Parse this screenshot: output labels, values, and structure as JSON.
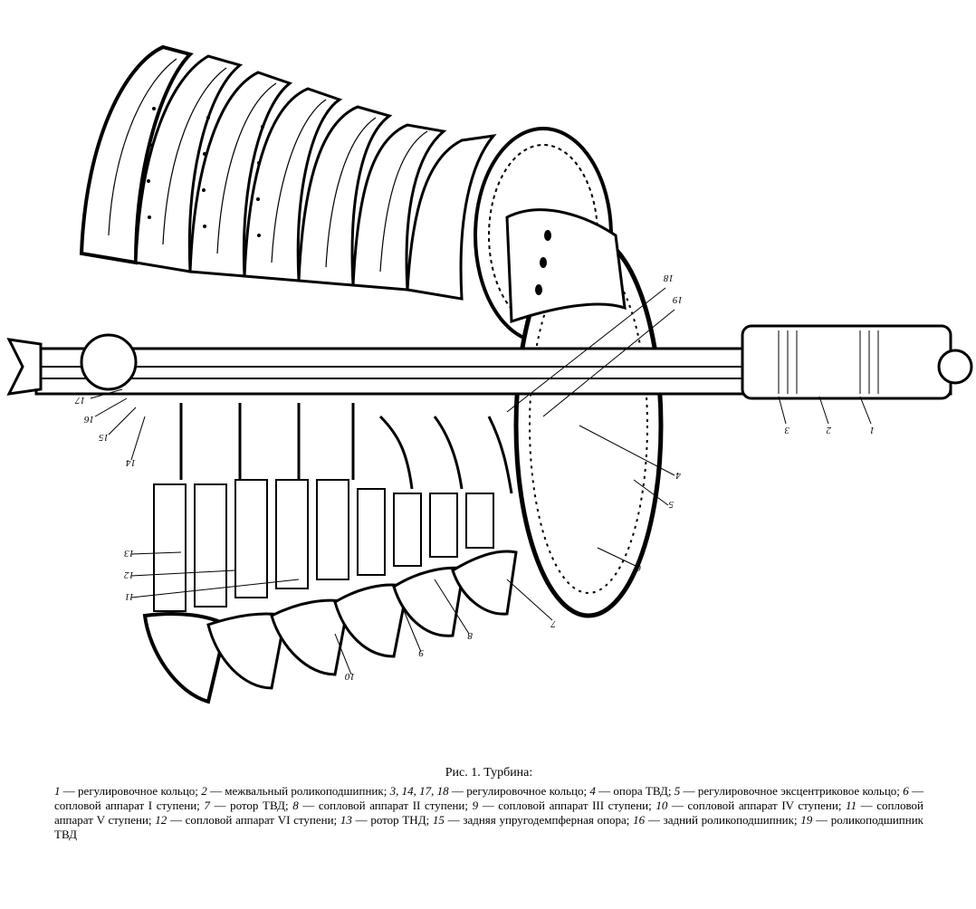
{
  "caption": {
    "title": "Рис. 1. Турбина:",
    "legend": [
      {
        "num": "1",
        "text": " — регулировочное кольцо; "
      },
      {
        "num": "2",
        "text": " — межвальный роликоподшипник; "
      },
      {
        "num": "3, 14, 17, 18",
        "text": " — регулировочное кольцо; "
      },
      {
        "num": "4",
        "text": " — опора ТВД; "
      },
      {
        "num": "5",
        "text": " — регулировочное эксцентриковое кольцо; "
      },
      {
        "num": "6",
        "text": " — сопловой аппарат I ступени; "
      },
      {
        "num": "7",
        "text": " — ротор ТВД; "
      },
      {
        "num": "8",
        "text": " — сопловой аппарат II ступени; "
      },
      {
        "num": "9",
        "text": " — сопловой аппарат III ступени; "
      },
      {
        "num": "10",
        "text": " — сопловой аппарат IV ступени; "
      },
      {
        "num": "11",
        "text": " — сопловой аппарат V ступени; "
      },
      {
        "num": "12",
        "text": " — сопловой аппарат VI ступени; "
      },
      {
        "num": "13",
        "text": " — ротор ТНД; "
      },
      {
        "num": "15",
        "text": " — задняя упругодемпферная опора; "
      },
      {
        "num": "16",
        "text": " — задний роликоподшипник; "
      },
      {
        "num": "19",
        "text": " — роликоподшипник ТВД"
      }
    ]
  },
  "callouts": [
    "18",
    "19",
    "17",
    "16",
    "15",
    "14",
    "3",
    "2",
    "1",
    "4",
    "5",
    "6",
    "7",
    "8",
    "9",
    "10",
    "11",
    "12",
    "13"
  ]
}
